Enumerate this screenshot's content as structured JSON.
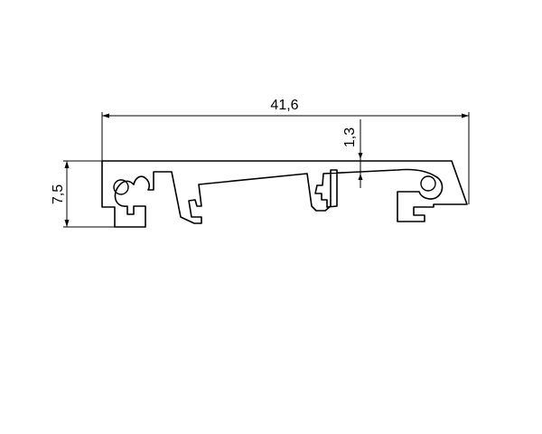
{
  "dimensions": {
    "overall_width": "41,6",
    "overall_height": "7,5",
    "wall_thickness": "1,3"
  },
  "colors": {
    "line": "#000000",
    "background": "#ffffff"
  }
}
